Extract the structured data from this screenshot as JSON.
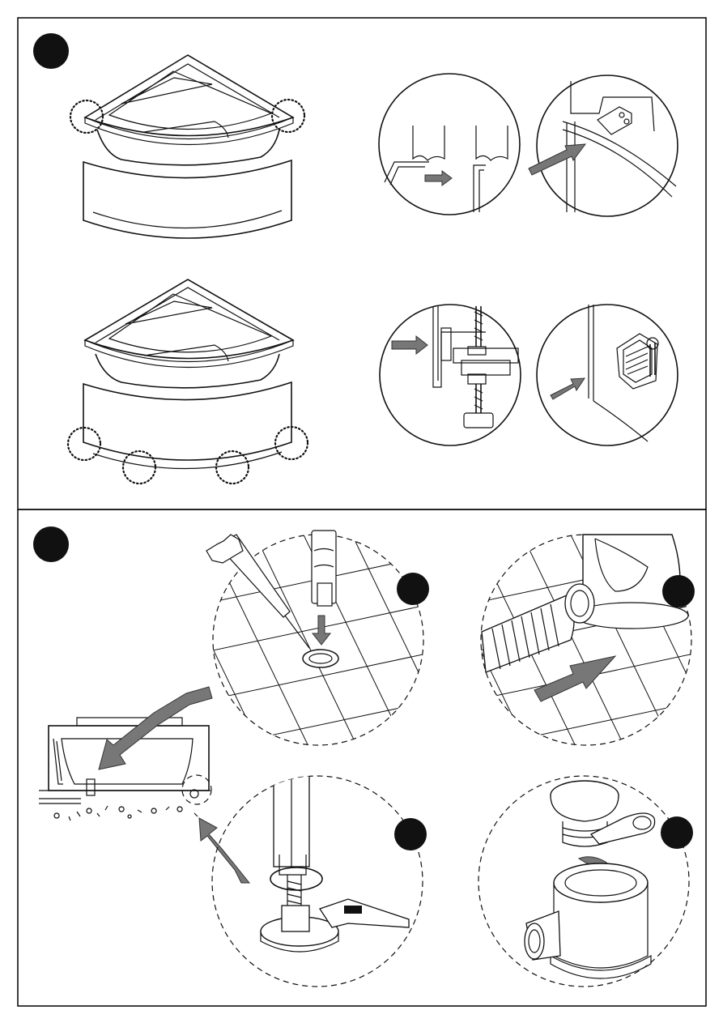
{
  "colors": {
    "line": "#111111",
    "arrow_fill": "#777777",
    "badge": "#111111",
    "background": "#ffffff"
  },
  "panels": [
    {
      "name": "panel-1-front-panel-mounting",
      "badge_icon": "step-badge-icon",
      "illustrations": [
        "corner-bathtub-with-highlighted-rim-corners",
        "front-panel-clip-detail",
        "corner-bathtub-with-highlighted-panel-base-points",
        "leg-bracket-detail",
        "panel-screw-fixing-detail"
      ]
    },
    {
      "name": "panel-2-drain-installation",
      "badge_icon": "step-badge-icon",
      "illustrations": [
        "sealant-around-floor-outlet",
        "waste-hose-connection",
        "bathtub-side-view-on-floor",
        "tighten-drain-with-wrench",
        "screw-on-drain-cap"
      ]
    }
  ]
}
